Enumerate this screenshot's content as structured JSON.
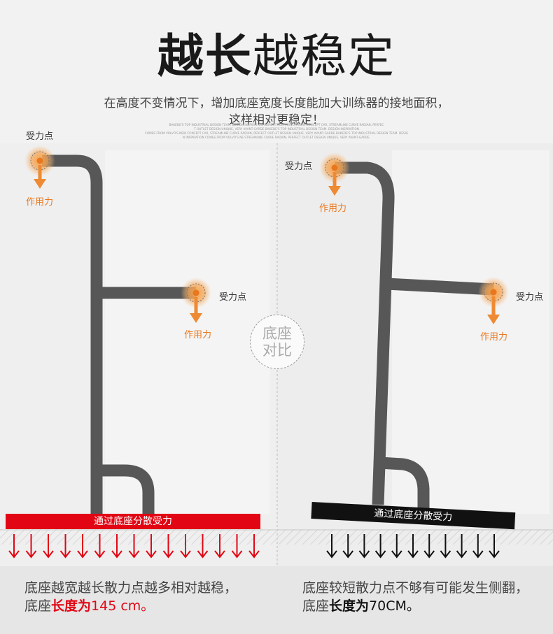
{
  "title": {
    "bold": "越长",
    "normal": "越稳定"
  },
  "subtitle": {
    "line1": "在高度不变情况下，增加底座宽度长度能加大训练器的接地面积，",
    "line2": "这样相对更稳定！"
  },
  "fine_print": {
    "line1": "BAKEDE'S TOP INDUSTRIAL DESIGN TEAM. DESIGN INSPIRATION COMES FROM VOLVO'S NEW CONCEPT CAR, STREAMLINE CURVE RADIAN, PERFEC",
    "line2": "T OUTLET DESIGN UNIQUE, VERY AVANT-GARDE.BAKEDE'S TOP INDUSTRIAL DESIGN TEAM. DESIGN INSPIRATION",
    "line3": "COMES FROM VOLVO'S NEW CONCEPT CAR, STREAMLINE CURVE RADIAN, PERFECT OUTLET DESIGN UNIQUE, VERY AVANT-GARDE.BAKEDE'S TOP INDUSTRIAL DESIGN TEAM. DESIG",
    "line4": "N INSPIRATION COMES FROM VOLVO'S NE              STREAMLINE CURVE RADIAN, PERFECT OUTLET DESIGN UNIQUE, VERY AVANT-GARDE."
  },
  "left": {
    "point_label_top": "受力点",
    "force_label_top": "作用力",
    "point_label_mid": "受力点",
    "force_label_mid": "作用力",
    "bar_text": "通过底座分散受力",
    "caption_line1": "底座越宽越长散力点越多相对越稳，",
    "caption_line2_prefix": "底座",
    "caption_line2_em": "长度为",
    "caption_line2_value": "145 cm。"
  },
  "right": {
    "point_label_top": "受力点",
    "force_label_top": "作用力",
    "point_label_mid": "受力点",
    "force_label_mid": "作用力",
    "bar_text": "通过底座分散受力",
    "caption_line1": "底座较短散力点不够有可能发生侧翻，",
    "caption_line2_prefix": "底座",
    "caption_line2_em": "长度为",
    "caption_line2_value": "70CM。"
  },
  "center_badge": {
    "line1": "底座",
    "line2": "对比"
  },
  "colors": {
    "frame": "#555555",
    "accent_orange": "#e8771e",
    "red": "#e20614",
    "black": "#111111"
  }
}
